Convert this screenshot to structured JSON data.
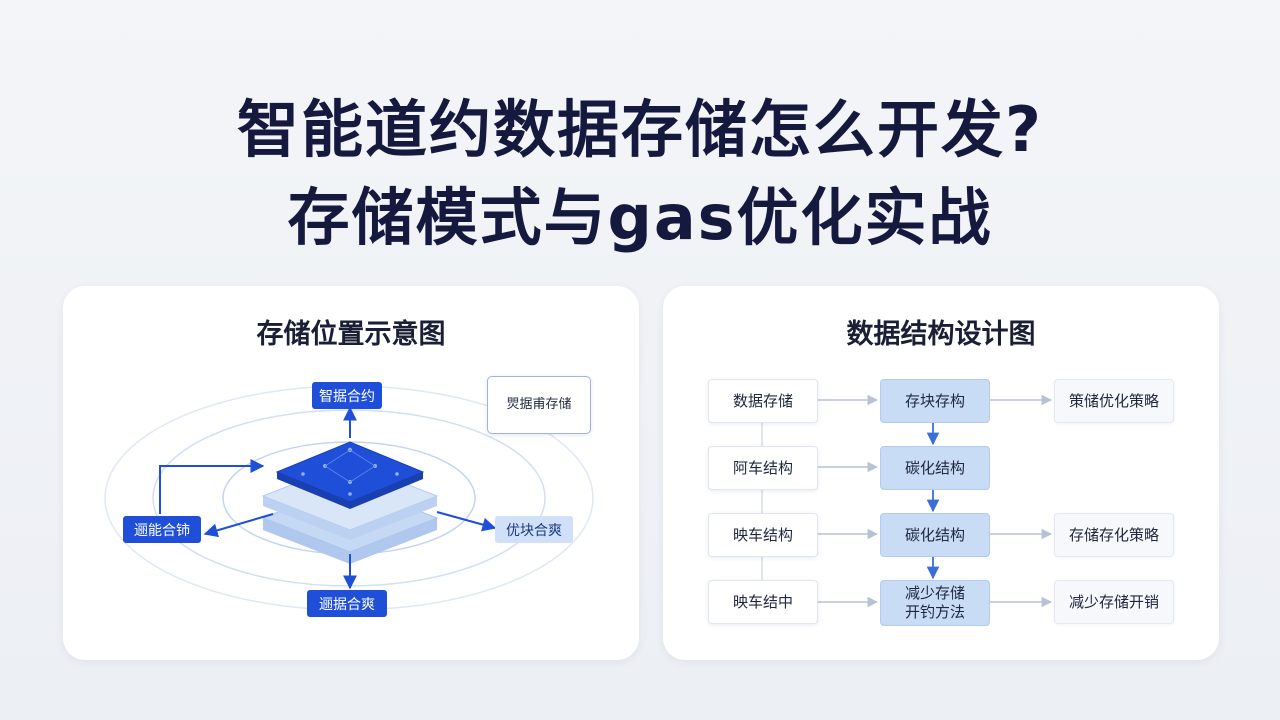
{
  "title": {
    "line1": "智能道约数据存储怎么开发?",
    "line2": "存储模式与gas优化实战"
  },
  "left_panel": {
    "title": "存储位置示意图",
    "nodes": {
      "top": "智据合约",
      "left": "逦能合铈",
      "right": "优块合爽",
      "bottom": "逦据合爽"
    },
    "legend": {
      "label": "焸据甫存储"
    },
    "colors": {
      "primary": "#1f4fd8",
      "light": "#cfe0f8"
    }
  },
  "right_panel": {
    "title": "数据结构设计图",
    "col1": [
      "数据存储",
      "阿车结构",
      "映车结构",
      "映车结中"
    ],
    "col2": [
      "存块存构",
      "碳化结构",
      "碳化结构",
      "减少存储\n开钓方法"
    ],
    "col3": [
      "策储优化策略",
      "存储存化策略",
      "减少存储开销"
    ],
    "colors": {
      "box_blue": "#c9dcf6",
      "arrow": "#3a6fd8"
    }
  }
}
